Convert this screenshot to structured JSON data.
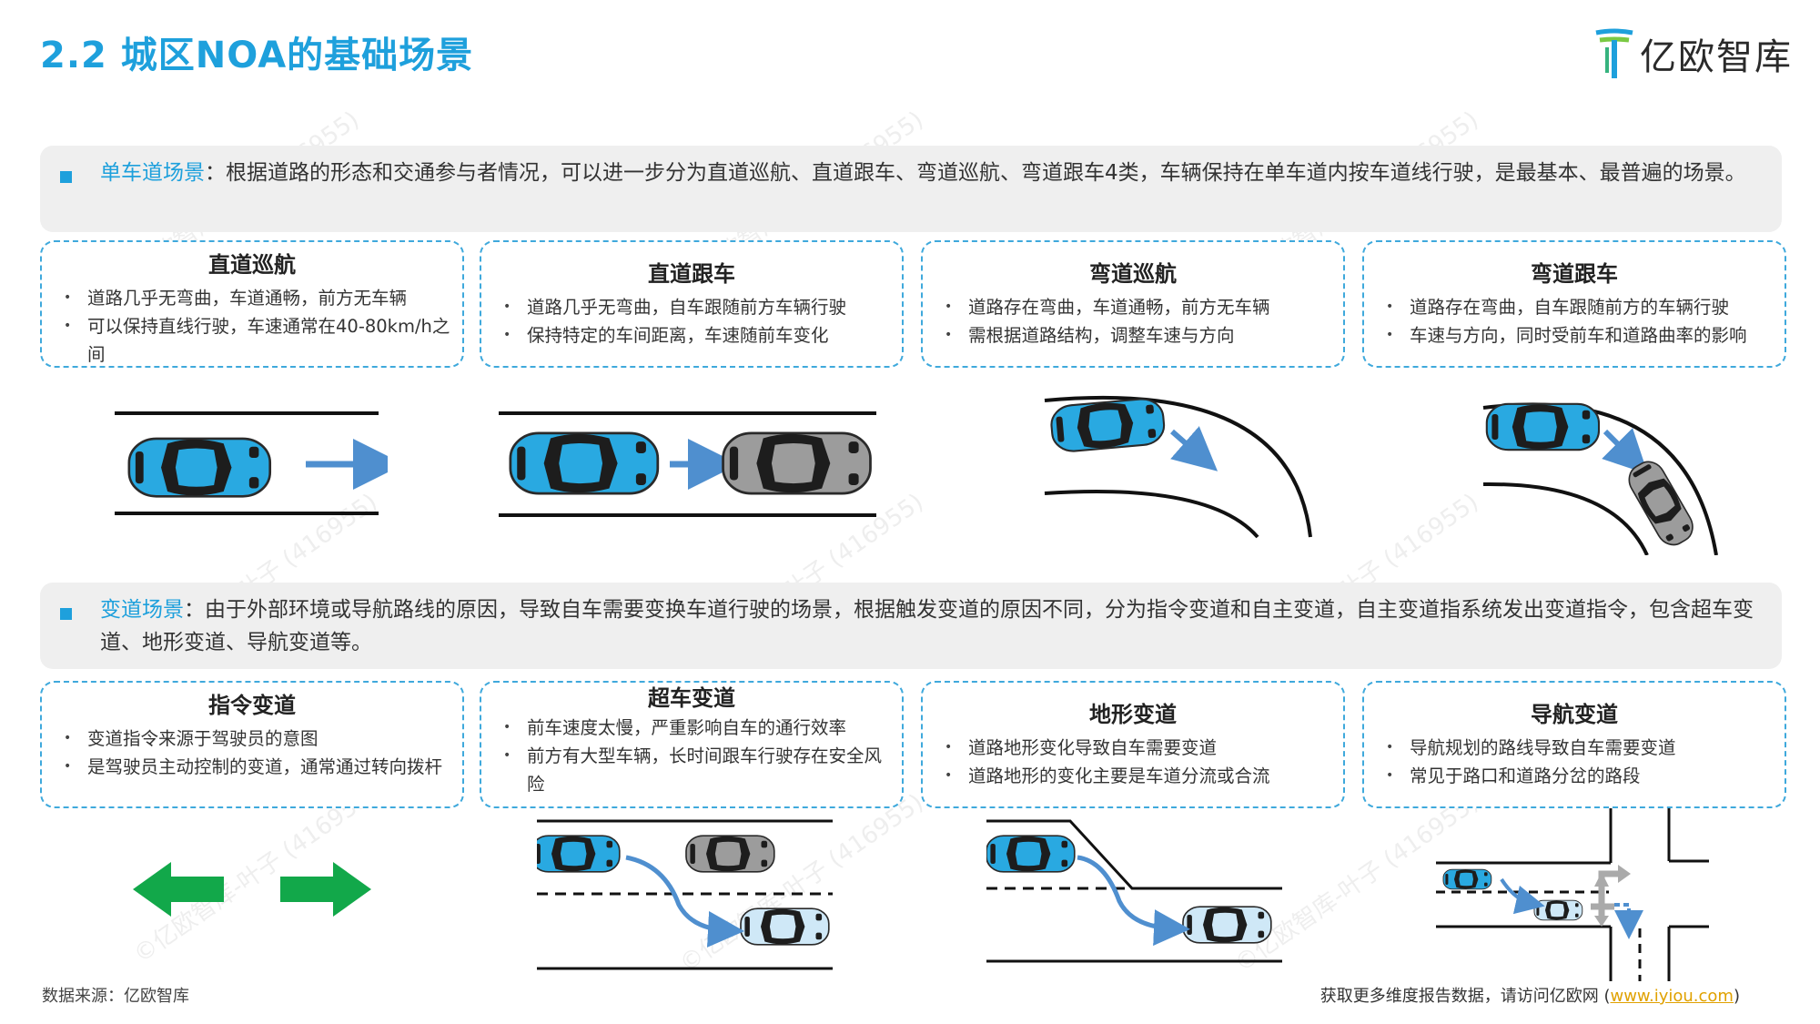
{
  "header": {
    "title": "2.2 城区NOA的基础场景",
    "logo_text": "亿欧智库"
  },
  "single_lane": {
    "keyword": "单车道场景",
    "text": "：根据道路的形态和交通参与者情况，可以进一步分为直道巡航、直道跟车、弯道巡航、弯道跟车4类，车辆保持在单车道内按车道线行驶，是最基本、最普遍的场景。",
    "cards": [
      {
        "title": "直道巡航",
        "bullets": [
          "道路几乎无弯曲，车道通畅，前方无车辆",
          "可以保持直线行驶，车速通常在40-80km/h之间"
        ]
      },
      {
        "title": "直道跟车",
        "bullets": [
          "道路几乎无弯曲，自车跟随前方车辆行驶",
          "保持特定的车间距离，车速随前车变化"
        ]
      },
      {
        "title": "弯道巡航",
        "bullets": [
          "道路存在弯曲，车道通畅，前方无车辆",
          "需根据道路结构，调整车速与方向"
        ]
      },
      {
        "title": "弯道跟车",
        "bullets": [
          "道路存在弯曲，自车跟随前方的车辆行驶",
          "车速与方向，同时受前车和道路曲率的影响"
        ]
      }
    ]
  },
  "lane_change": {
    "keyword": "变道场景",
    "text": "：由于外部环境或导航路线的原因，导致自车需要变换车道行驶的场景，根据触发变道的原因不同，分为指令变道和自主变道，自主变道指系统发出变道指令，包含超车变道、地形变道、导航变道等。",
    "cards": [
      {
        "title": "指令变道",
        "bullets": [
          "变道指令来源于驾驶员的意图",
          "是驾驶员主动控制的变道，通常通过转向拨杆"
        ]
      },
      {
        "title": "超车变道",
        "bullets": [
          "前车速度太慢，严重影响自车的通行效率",
          "前方有大型车辆，长时间跟车行驶存在安全风险"
        ]
      },
      {
        "title": "地形变道",
        "bullets": [
          "道路地形变化导致自车需要变道",
          "道路地形的变化主要是车道分流或合流"
        ]
      },
      {
        "title": "导航变道",
        "bullets": [
          "导航规划的路线导致自车需要变道",
          "常见于路口和道路分岔的路段"
        ]
      }
    ]
  },
  "watermark": "©亿欧智库-叶子 (416955)",
  "footer": {
    "source": "数据来源：亿欧智库",
    "more_prefix": "获取更多维度报告数据，请访问亿欧网 (",
    "link": "www.iyiou.com",
    "more_suffix": ")"
  },
  "colors": {
    "accent": "#1ea0dc",
    "ego_car": "#29a9e1",
    "other_car": "#9c9c9c",
    "arrow": "#4f8fcf",
    "green_arrow": "#12a84a"
  }
}
